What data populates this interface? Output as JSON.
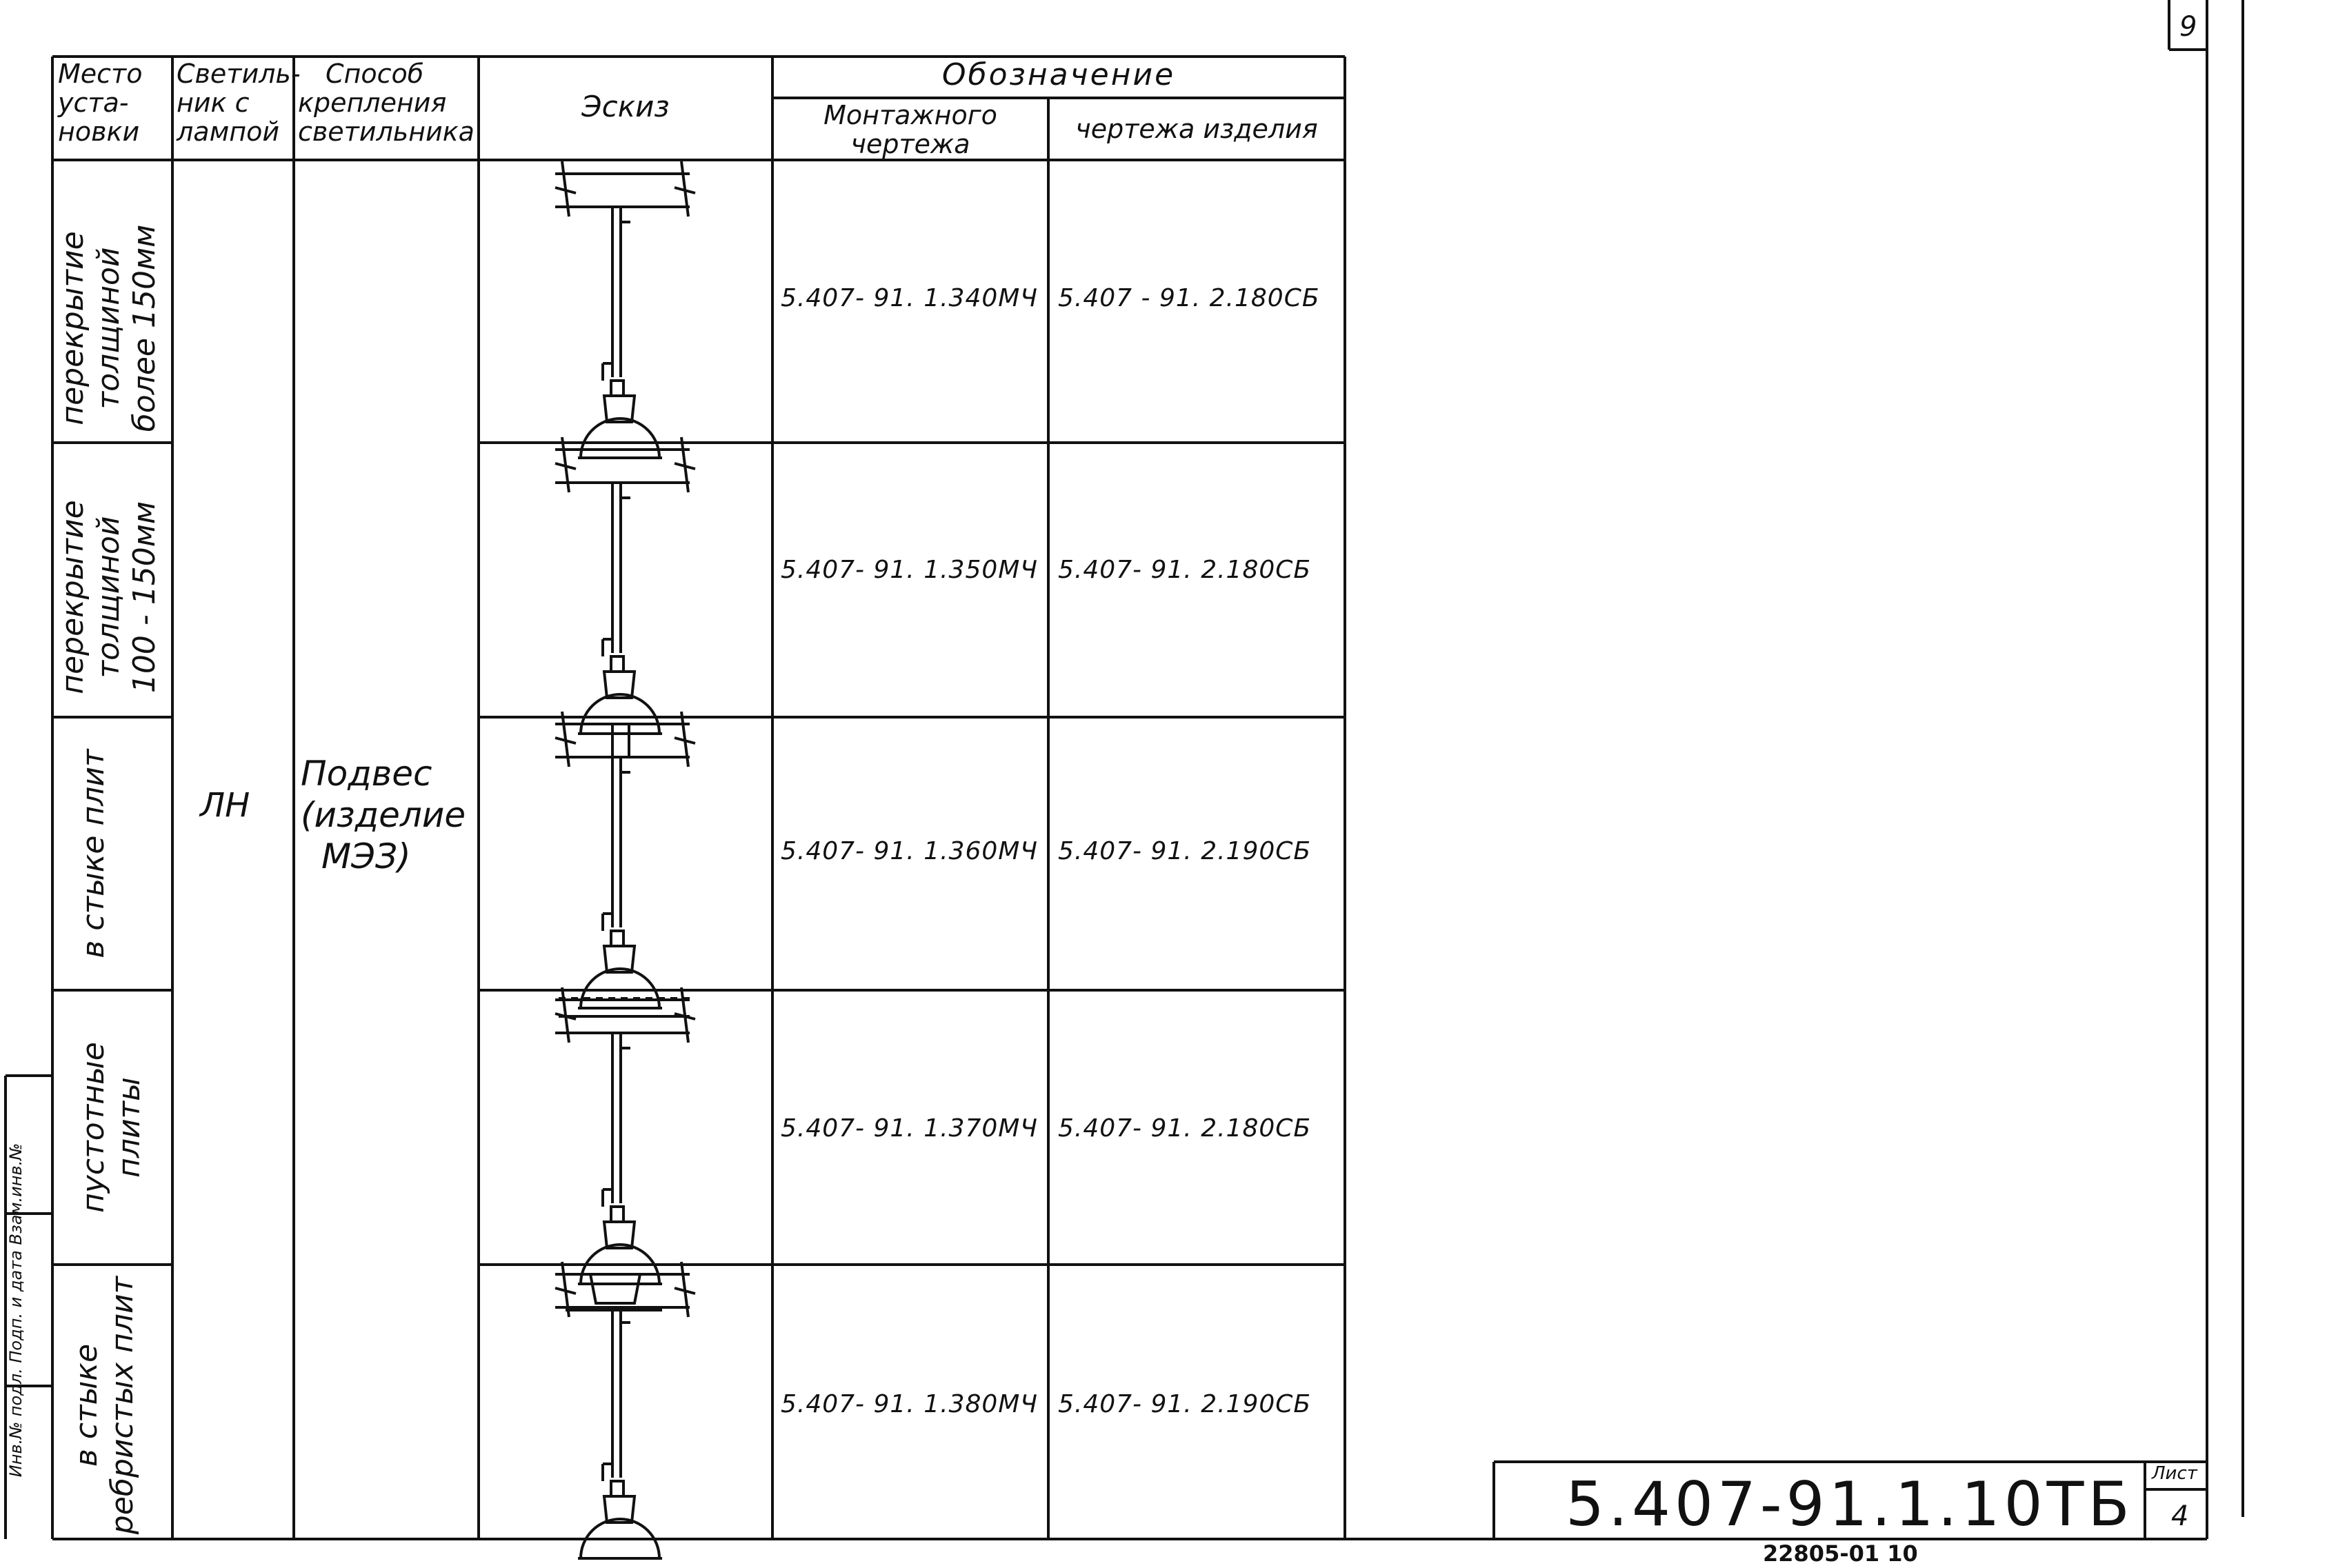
{
  "sheet_corner_number": "9",
  "table": {
    "headers": {
      "place": "Место уста-новки",
      "place_lines": [
        "Место",
        "уста-",
        "новки"
      ],
      "lamp_lines": [
        "Светиль-",
        "ник с",
        "лампой"
      ],
      "mount_lines": [
        "Способ",
        "крепления",
        "светильника"
      ],
      "sketch": "Эскиз",
      "designation": "Обозначение",
      "assembly_lines": [
        "Монтажного",
        "чертежа"
      ],
      "product_drawing": "чертежа изделия"
    },
    "lamp": "ЛН",
    "mount_method_lines": [
      "Подвес",
      "(изделие",
      "МЭЗ)"
    ],
    "rows": [
      {
        "place": "перекрытие\nтолщиной\nболее 150мм",
        "assembly": "5.407- 91. 1.340МЧ",
        "product": "5.407 - 91. 2.180СБ"
      },
      {
        "place": "перекрытие\nтолщиной\n100 - 150мм",
        "assembly": "5.407- 91. 1.350МЧ",
        "product": "5.407- 91. 2.180СБ"
      },
      {
        "place": "в стыке плит",
        "assembly": "5.407- 91. 1.360МЧ",
        "product": "5.407- 91. 2.190СБ"
      },
      {
        "place": "пустотные плиты",
        "assembly": "5.407- 91. 1.370МЧ",
        "product": "5.407- 91. 2.180СБ"
      },
      {
        "place": "в стыке\nребристых плит",
        "assembly": "5.407- 91. 1.380МЧ",
        "product": "5.407- 91. 2.190СБ"
      }
    ]
  },
  "stamp": {
    "doc_code": "5.407-91.1.10ТБ",
    "sheet_label": "Лист",
    "sheet_number": "4",
    "archive_number": "22805-01 10"
  },
  "left_margin_text": "Инв.№ подл. Подп. и дата Взам.инв.№"
}
